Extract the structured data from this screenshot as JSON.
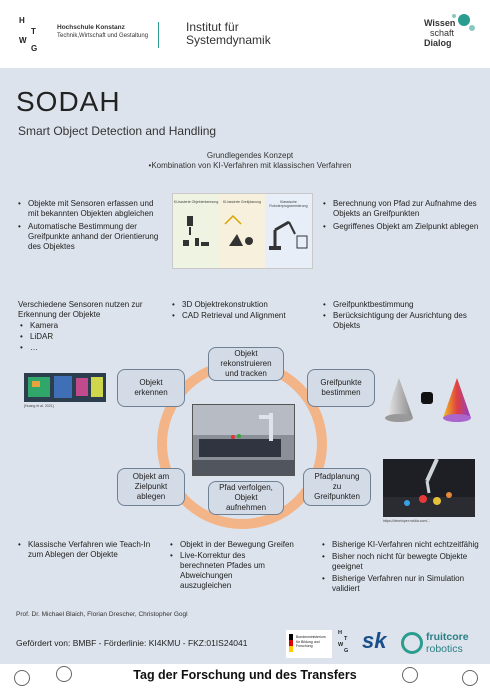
{
  "header": {
    "logo_letters": [
      "H",
      "T",
      "W",
      "G"
    ],
    "university": "Hochschule Konstanz",
    "university_sub": "Technik,Wirtschaft und Gestaltung",
    "institute_line1": "Institut für",
    "institute_line2": "Systemdynamik",
    "ws_line1": "Wissen",
    "ws_line2": "schaft",
    "ws_line3": "Dialog"
  },
  "title": "SODAH",
  "subtitle": "Smart Object Detection and Handling",
  "concept": {
    "line1": "Grundlegendes Konzept",
    "line2": "•Kombination von KI-Verfahren mit klassischen Verfahren",
    "panels": [
      "KI-basierte Objekterkennung",
      "KI-basierte Greifplanung",
      "Klassische Roboterprogrammierung"
    ]
  },
  "left_top": [
    "Objekte mit Sensoren erfassen und mit bekannten Objekten abgleichen",
    "Automatische Bestimmung der Greifpunkte anhand der Orientierung des Objektes"
  ],
  "right_top": [
    "Berechnung von Pfad zur Aufnahme des Objekts an Greifpunkten",
    "Gegriffenes Objekt am Zielpunkt ablegen"
  ],
  "sensors": {
    "heading": "Verschiedene Sensoren nutzen zur Erkennung der Objekte",
    "items": [
      "Kamera",
      "LiDAR",
      "…"
    ]
  },
  "middle_col": [
    "3D Objektrekonstruktion",
    "CAD Retrieval und Alignment"
  ],
  "right_col": [
    "Greifpunktbestimmung",
    "Berücksichtigung der Ausrichtung des Objekts"
  ],
  "cycle": {
    "n1": [
      "Objekt",
      "rekonstruieren",
      "und tracken"
    ],
    "n2": [
      "Greifpunkte",
      "bestimmen"
    ],
    "n3": [
      "Pfadplanung",
      "zu",
      "Greifpunkten"
    ],
    "n4": [
      "Pfad verfolgen,",
      "Objekt",
      "aufnehmen"
    ],
    "n5": [
      "Objekt am",
      "Zielpunkt",
      "ablegen"
    ],
    "n6": [
      "Objekt",
      "erkennen"
    ]
  },
  "captions": {
    "left_img": "[Huang et al. 2021]",
    "right_img": "https://developer.nvidia.com/..."
  },
  "bottom_left": [
    "Klassische Verfahren wie Teach-In zum Ablegen der Objekte"
  ],
  "bottom_mid": [
    "Objekt in der Bewegung Greifen",
    "Live-Korrektur des berechneten Pfades um Abweichungen auszugleichen"
  ],
  "bottom_right": [
    "Bisherige KI-Verfahren nicht echtzeitfähig",
    "Bisher noch nicht für bewegte Objekte geeignet",
    "Bisherige Verfahren nur in Simulation validiert"
  ],
  "authors": "Prof. Dr. Michael Blaich, Florian Drescher, Christopher Gogl",
  "funding": "Gefördert von: BMBF - Förderlinie: KI4KMU - FKZ:01IS24041",
  "sponsors": {
    "bmbf": "Bundesministerium für Bildung und Forschung",
    "sk": "sk",
    "fruitcore1": "fruitcore",
    "fruitcore2": "robotics"
  },
  "footer": "Tag der Forschung und des Transfers",
  "colors": {
    "accent_teal": "#2a9d8f",
    "ring_orange": "#f3b487",
    "node_fill": "#d3dbe6",
    "panel_bg": "#dde3ec"
  }
}
